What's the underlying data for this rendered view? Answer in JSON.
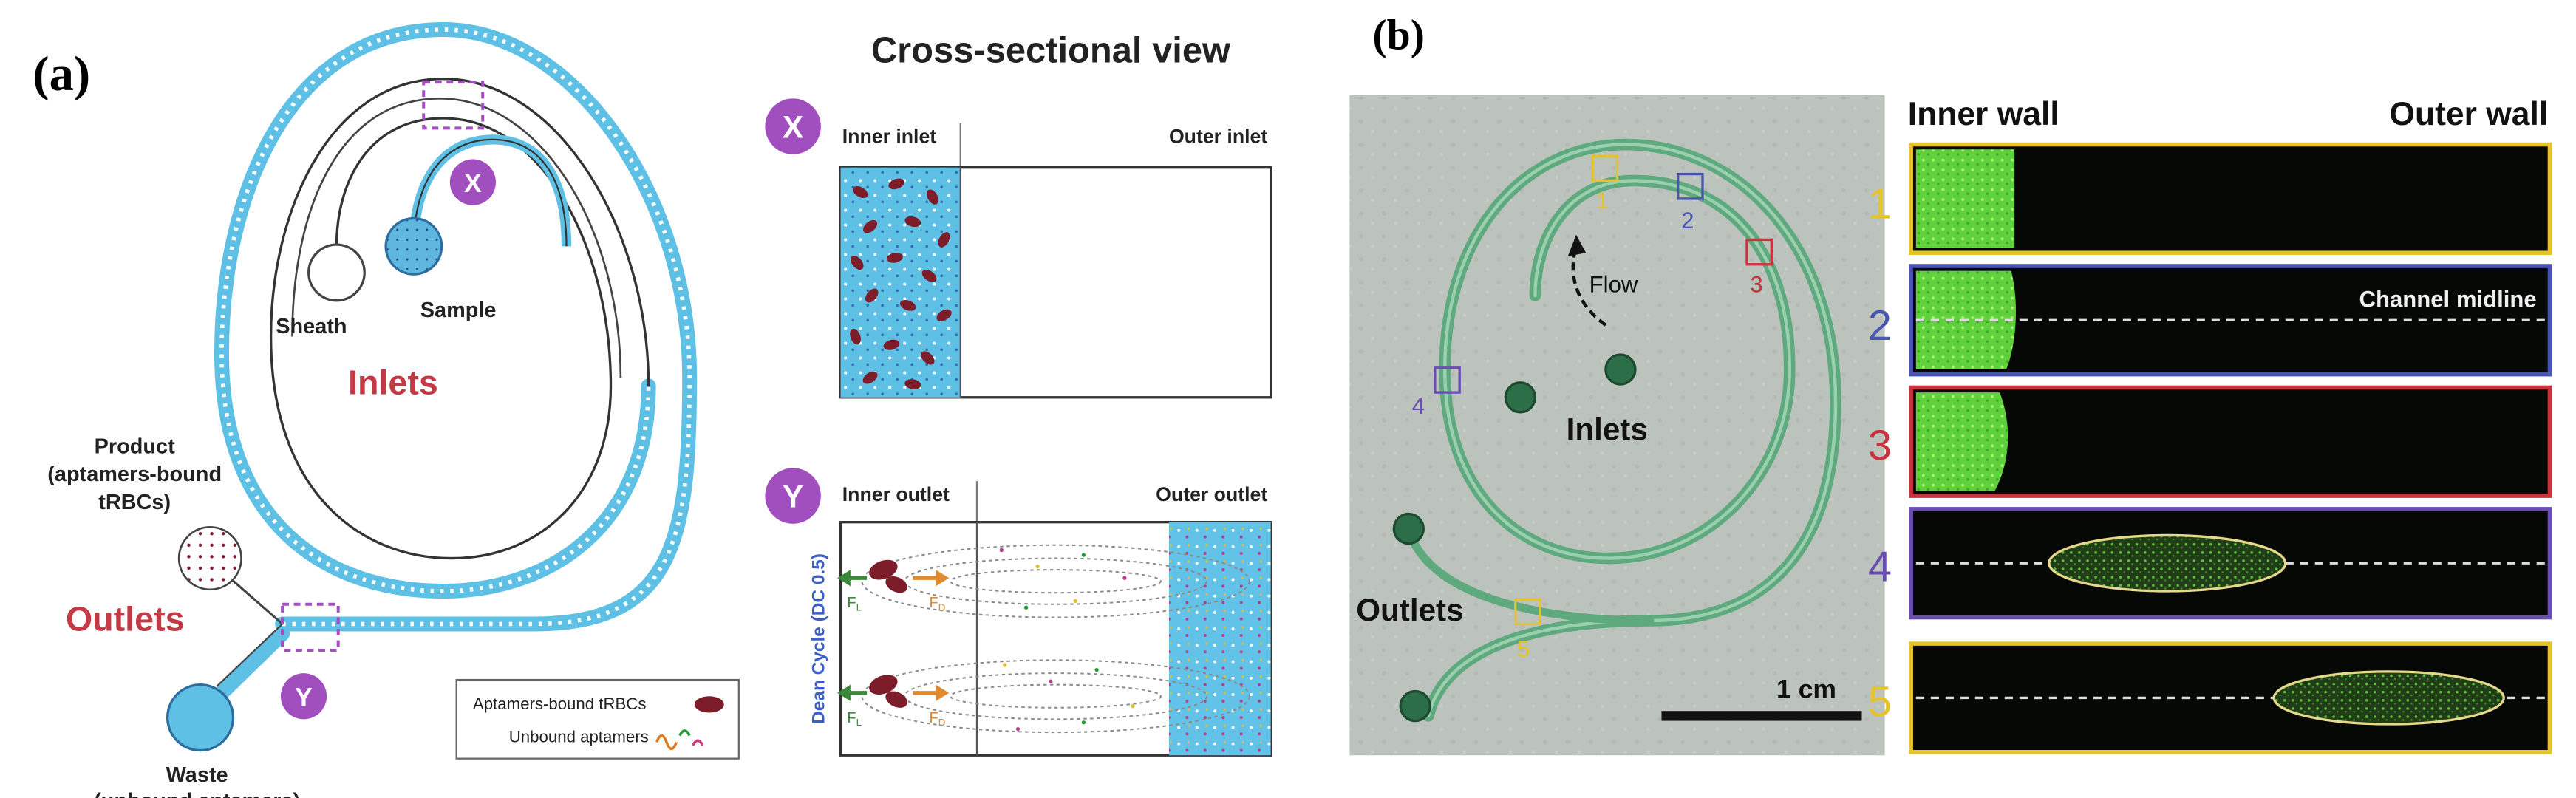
{
  "panel_a": {
    "label": "(a)",
    "sheath": "Sheath",
    "sample": "Sample",
    "inlets": "Inlets",
    "product_line1": "Product",
    "product_line2": "(aptamers-bound",
    "product_line3": "tRBCs)",
    "outlets": "Outlets",
    "waste_line1": "Waste",
    "waste_line2": "(unbound aptamers)",
    "marker_x": "X",
    "marker_y": "Y",
    "legend": {
      "bound": "Aptamers-bound tRBCs",
      "unbound": "Unbound aptamers"
    }
  },
  "cross_section": {
    "title": "Cross-sectional view",
    "x": {
      "marker": "X",
      "inner": "Inner inlet",
      "outer": "Outer inlet"
    },
    "y": {
      "marker": "Y",
      "inner": "Inner outlet",
      "outer": "Outer outlet",
      "dean": "Dean Cycle (DC 0.5)",
      "force_l": "F",
      "force_l_sub": "L",
      "force_d": "F",
      "force_d_sub": "D"
    }
  },
  "panel_b": {
    "label": "(b)",
    "inlets": "Inlets",
    "outlets": "Outlets",
    "flow": "Flow",
    "scale": "1 cm",
    "inner_wall": "Inner wall",
    "outer_wall": "Outer wall",
    "midline": "Channel midline",
    "locations": [
      {
        "label": "1",
        "color": "#e6c329"
      },
      {
        "label": "2",
        "color": "#4a55b0"
      },
      {
        "label": "3",
        "color": "#c8333d"
      },
      {
        "label": "4",
        "color": "#6a4fae"
      },
      {
        "label": "5",
        "color": "#e6c329"
      }
    ]
  },
  "colors": {
    "channel_blue": "#5fc0e6",
    "marker_purple": "#a14fbe",
    "label_red": "#c23a45",
    "cell_red": "#7e1d2a",
    "fluor_green": "#6fe04a",
    "device_bg": "#bcc3bd",
    "device_channel": "#5fa97f"
  }
}
